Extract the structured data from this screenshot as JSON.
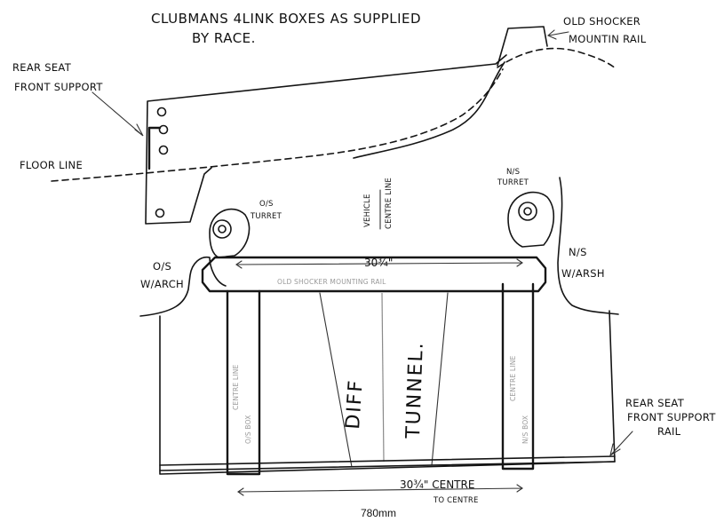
{
  "title": {
    "line1": "CLUBMANS 4LINK BOXES AS SUPPLIED",
    "line2": "BY RACE."
  },
  "labels": {
    "rear_seat_front_support_1": "REAR SEAT",
    "rear_seat_front_support_2": "FRONT SUPPORT",
    "old_shocker_1": "OLD SHOCKER",
    "old_shocker_2": "MOUNTIN RAIL",
    "floor_line": "FLOOR LINE",
    "os_turret_1": "O/S",
    "os_turret_2": "TURRET",
    "ns_turret_1": "N/S",
    "ns_turret_2": "TURRET",
    "vehicle_centre_1": "VEHICLE",
    "vehicle_centre_2": "CENTRE LINE",
    "os_warch_1": "O/S",
    "os_warch_2": "W/ARCH",
    "ns_warch_1": "N/S",
    "ns_warch_2": "W/ARSH",
    "old_shocker_rail_faint": "OLD SHOCKER MOUNTING RAIL",
    "os_box": "O/S BOX",
    "os_box_centre": "CENTRE LINE",
    "ns_box": "N/S BOX",
    "ns_box_centre": "CENTRE LINE",
    "diff": "DIFF",
    "tunnel": "TUNNEL.",
    "rear_seat_rail_1": "REAR SEAT",
    "rear_seat_rail_2": "FRONT SUPPORT",
    "rear_seat_rail_3": "RAIL"
  },
  "measurements": {
    "top_width": "30¾\"",
    "bottom_width": "30¾\" CENTRE",
    "bottom_width_2": "TO CENTRE",
    "metric": "780mm"
  },
  "colors": {
    "ink": "#151515",
    "paper": "#ffffff",
    "faint": "#9a9a9a"
  }
}
